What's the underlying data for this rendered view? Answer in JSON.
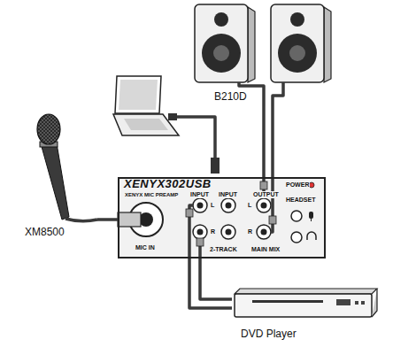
{
  "diagram": {
    "nodes": [
      {
        "text": [
          "B210D"
        ]
      },
      {
        "text": [
          "XM8500"
        ]
      },
      {
        "text": [
          "XENYX302USB"
        ]
      },
      {
        "text": [
          "DVD Player"
        ]
      }
    ],
    "edges": [
      {
        "from": 1,
        "to": 2,
        "arrow": "none"
      },
      {
        "from": 2,
        "to": 0,
        "arrow": "none"
      },
      {
        "from": 2,
        "to": 0,
        "arrow": "none"
      },
      {
        "from": 3,
        "to": 2,
        "arrow": "none"
      },
      {
        "from": 3,
        "to": 2,
        "arrow": "none"
      }
    ],
    "labels": [
      "XENYX MIC PREAMP",
      "MIC IN",
      "INPUT",
      "INPUT",
      "OUTPUT",
      "POWER",
      "HEADSET",
      "L",
      "R",
      "L",
      "R",
      "2-TRACK",
      "MAIN MIX"
    ]
  }
}
